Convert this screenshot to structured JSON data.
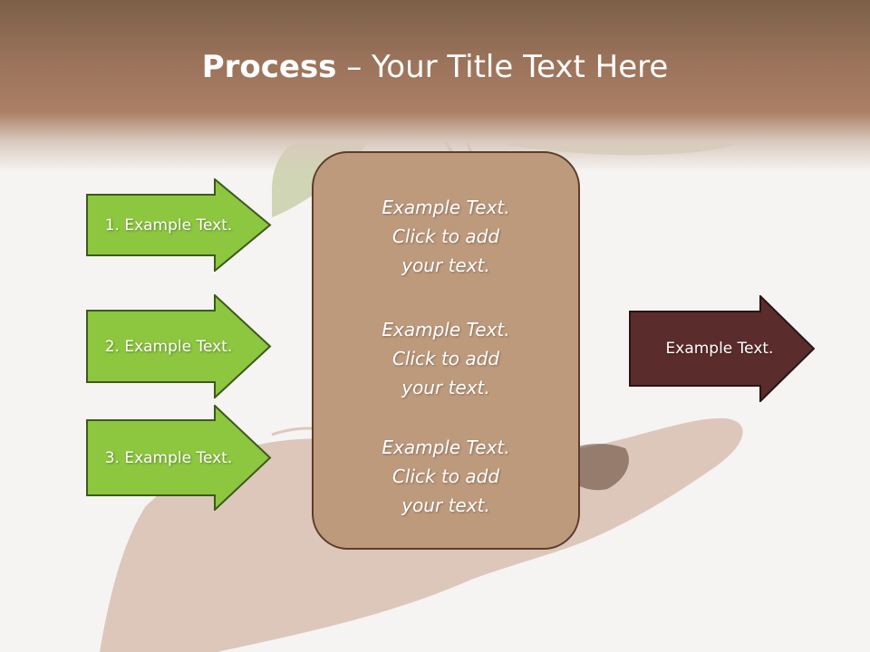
{
  "title": {
    "bold": "Process",
    "rest": " – Your Title Text Here"
  },
  "left_arrows": [
    {
      "label": "1. Example Text."
    },
    {
      "label": "2. Example Text."
    },
    {
      "label": "3. Example Text."
    }
  ],
  "center_box": {
    "blocks": [
      {
        "lines": [
          "Example Text.",
          "Click  to add",
          "your text."
        ]
      },
      {
        "lines": [
          "Example Text.",
          "Click  to add",
          "your text."
        ]
      },
      {
        "lines": [
          "Example Text.",
          "Click  to add",
          "your text."
        ]
      }
    ]
  },
  "right_arrow": {
    "label": "Example Text."
  },
  "colors": {
    "green_arrow": "#8dc63f",
    "green_border": "#3c5a1a",
    "maroon_arrow": "#5b2c2c",
    "box_fill": "#be9a7c",
    "header": "#9a735a"
  },
  "background_image": "hand-holding-seedling"
}
